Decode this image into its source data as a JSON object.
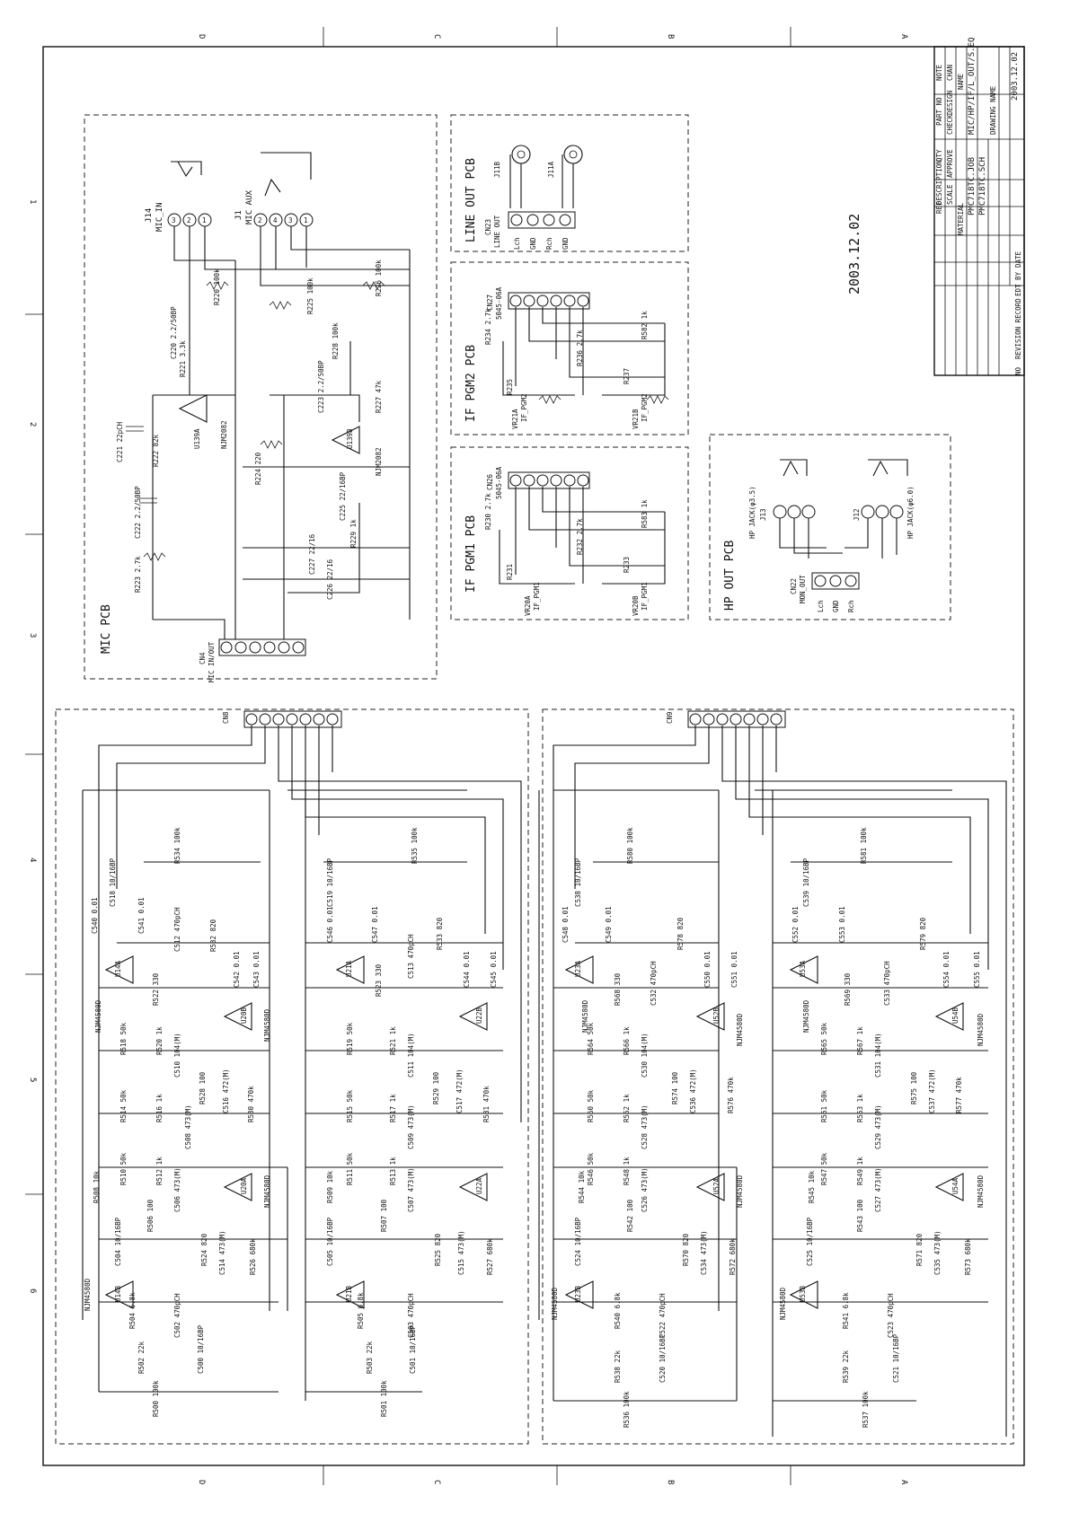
{
  "sheet": {
    "zone_letters": [
      "D",
      "C",
      "B",
      "A"
    ],
    "zone_numbers": [
      "1",
      "2",
      "3",
      "4",
      "5",
      "6"
    ],
    "date_stamp": "2003.12.02"
  },
  "title_block": {
    "headers": [
      "REF",
      "DESCRIPTION",
      "QTY",
      "PART NO",
      "NOTE"
    ],
    "row2": [
      "SCALE",
      "APPROVE",
      "CHECK",
      "DESIGN",
      "CHAN"
    ],
    "material_label": "MATERIAL",
    "name_label": "NAME",
    "drawing_label": "DRAWING NAME",
    "file1": "PMC718TC.JOB",
    "file2": "PMC718TC.SCH",
    "sheet_name": "MIC/HP/IF/L_OUT/S.EQ",
    "date": "2003.12.02",
    "revision_cols": [
      "NO",
      "REVISION RECORD",
      "EDT BY",
      "DATE"
    ]
  },
  "blocks": {
    "mic": {
      "title": "MIC PCB",
      "j14": "J14",
      "j14_name": "MIC_IN",
      "j1": "J1",
      "j1_name": "MIC AUX",
      "cn4": "CN4",
      "cn4_name": "MIC IN/OUT",
      "u1a": "U139A",
      "u1b": "U139B",
      "opamp": "NJM2082",
      "parts": [
        "R220 100k",
        "C220 2.2/50BP",
        "R221 3.3k",
        "R222 82k",
        "C221 22pCH",
        "C222 2.2/50BP",
        "R223 2.7k",
        "R225 100k",
        "R226 100k",
        "R228 100k",
        "C223 2.2/50BP",
        "R227 47k",
        "R224 220",
        "C225 22/16BP",
        "R229 1k",
        "C227 22/16",
        "C226 22/16"
      ]
    },
    "line_out": {
      "title": "LINE OUT PCB",
      "j11b": "J11B",
      "j11a": "J11A",
      "cn23": "CN23",
      "cn23_name": "LINE OUT",
      "pins": [
        "Lch",
        "GND",
        "Rch",
        "GND"
      ]
    },
    "if_pgm2": {
      "title": "IF PGM2 PCB",
      "cn": "CN27",
      "conn": "5045-06A",
      "vr_a": "VR21A",
      "vr_a_name": "IF_PGM2",
      "vr_b": "VR21B",
      "vr_b_name": "IF_PGM2",
      "parts": [
        "R234 2.7k",
        "R235",
        "R236 2.7k",
        "R237",
        "R582 1k"
      ]
    },
    "if_pgm1": {
      "title": "IF PGM1 PCB",
      "cn": "CN26",
      "conn": "5045-06A",
      "vr_a": "VR20A",
      "vr_a_name": "IF_PGM1",
      "vr_b": "VR20B",
      "vr_b_name": "IF_PGM1",
      "parts": [
        "R230 2.7k",
        "R231",
        "R232 2.7k",
        "R233",
        "R583 1k"
      ]
    },
    "hp_out": {
      "title": "HP OUT PCB",
      "j13": "J13",
      "j13_name": "HP JACK(φ3.5)",
      "j12": "J12",
      "j12_name": "HP JACK(φ6.0)",
      "cn22": "CN22",
      "cn22_name": "MON_OUT",
      "pins": [
        "Lch",
        "GND",
        "Rch"
      ]
    },
    "eq_left": {
      "cn": "CN8",
      "opamp": "NJM4580D",
      "parts_top": [
        "R534 100k",
        "C518 10/16BP",
        "C540 0.01",
        "C541 0.01",
        "C512 470pCH",
        "R532 820",
        "C542 0.01",
        "C543 0.01",
        "R522 330"
      ],
      "parts_mid": [
        "R518 50k",
        "R520 1k",
        "C510 104(M)",
        "R514 50k",
        "R516 1k",
        "C508 473(M)",
        "R528 100",
        "C516 472(M)",
        "R530 470k",
        "R510 50k",
        "R512 1k",
        "C506 473(M)"
      ],
      "parts_bot": [
        "R508 10k",
        "R506 100",
        "C504 10/16BP",
        "R504 6.8k",
        "C502 470pCH",
        "R502 22k",
        "C500 10/16BP",
        "R500 100k",
        "R524 820",
        "C514 473(M)",
        "R526 680k"
      ],
      "u_top": "U14A",
      "u_mid": "U20B",
      "u_low": "U20A",
      "u_bot": "U14B",
      "r_right": [
        "R535 100k",
        "C519 10/16BP",
        "C546 0.01",
        "C547 0.01",
        "R523 330",
        "C513 470pCH",
        "R533 820",
        "C544 0.01",
        "C545 0.01",
        "R519 50k",
        "R521 1k",
        "C511 104(M)",
        "R515 50k",
        "R517 1k",
        "C509 473(M)",
        "R529 100",
        "C517 472(M)",
        "R531 470k",
        "R511 50k",
        "R513 1k",
        "C507 473(M)",
        "R509 10k",
        "R507 100",
        "C505 10/16BP",
        "R505 6.8k",
        "C503 470pCH",
        "R503 22k",
        "C501 10/16BP",
        "R501 100k",
        "R525 820",
        "C515 473(M)",
        "R527 680k"
      ],
      "u_right": [
        "U21A",
        "U22B",
        "U22A",
        "U21B"
      ]
    },
    "eq_right": {
      "cn": "CN9",
      "opamp": "NJM4580D",
      "parts": [
        "R580 100k",
        "C538 10/16BP",
        "C548 0.01",
        "C549 0.01",
        "R568 330",
        "C532 470pCH",
        "R578 820",
        "C550 0.01",
        "C551 0.01",
        "R564 50k",
        "R566 1k",
        "C530 104(M)",
        "R560 50k",
        "R562 1k",
        "C528 473(M)",
        "R574 100",
        "C536 472(M)",
        "R576 470k",
        "R546 50k",
        "R548 1k",
        "C526 473(M)",
        "R544 10k",
        "R542 100",
        "C524 10/16BP",
        "R540 6.8k",
        "C522 470pCH",
        "R538 22k",
        "C520 10/16BP",
        "R536 100k",
        "R570 820",
        "C534 473(M)",
        "R572 680k"
      ],
      "parts_r": [
        "R581 100k",
        "C539 10/16BP",
        "C552 0.01",
        "C553 0.01",
        "R569 330",
        "C533 470pCH",
        "R579 820",
        "C554 0.01",
        "C555 0.01",
        "R565 50k",
        "R567 1k",
        "C531 104(M)",
        "R561 50k",
        "R563 1k",
        "C529 473(M)",
        "R575 100",
        "C537 472(M)",
        "R577 470k",
        "R547 50k",
        "R549 1k",
        "C527 473(M)",
        "R545 10k",
        "R543 100",
        "C525 10/16BP",
        "R541 6.8k",
        "C523 470pCH",
        "R539 22k",
        "C521 10/16BP",
        "R537 100k",
        "R571 820",
        "C535 473(M)",
        "R573 680k"
      ],
      "u_left": [
        "U23A",
        "U52B",
        "U52A",
        "U23B"
      ],
      "u_right": [
        "U53A",
        "U54B",
        "U54A",
        "U53B"
      ]
    }
  }
}
